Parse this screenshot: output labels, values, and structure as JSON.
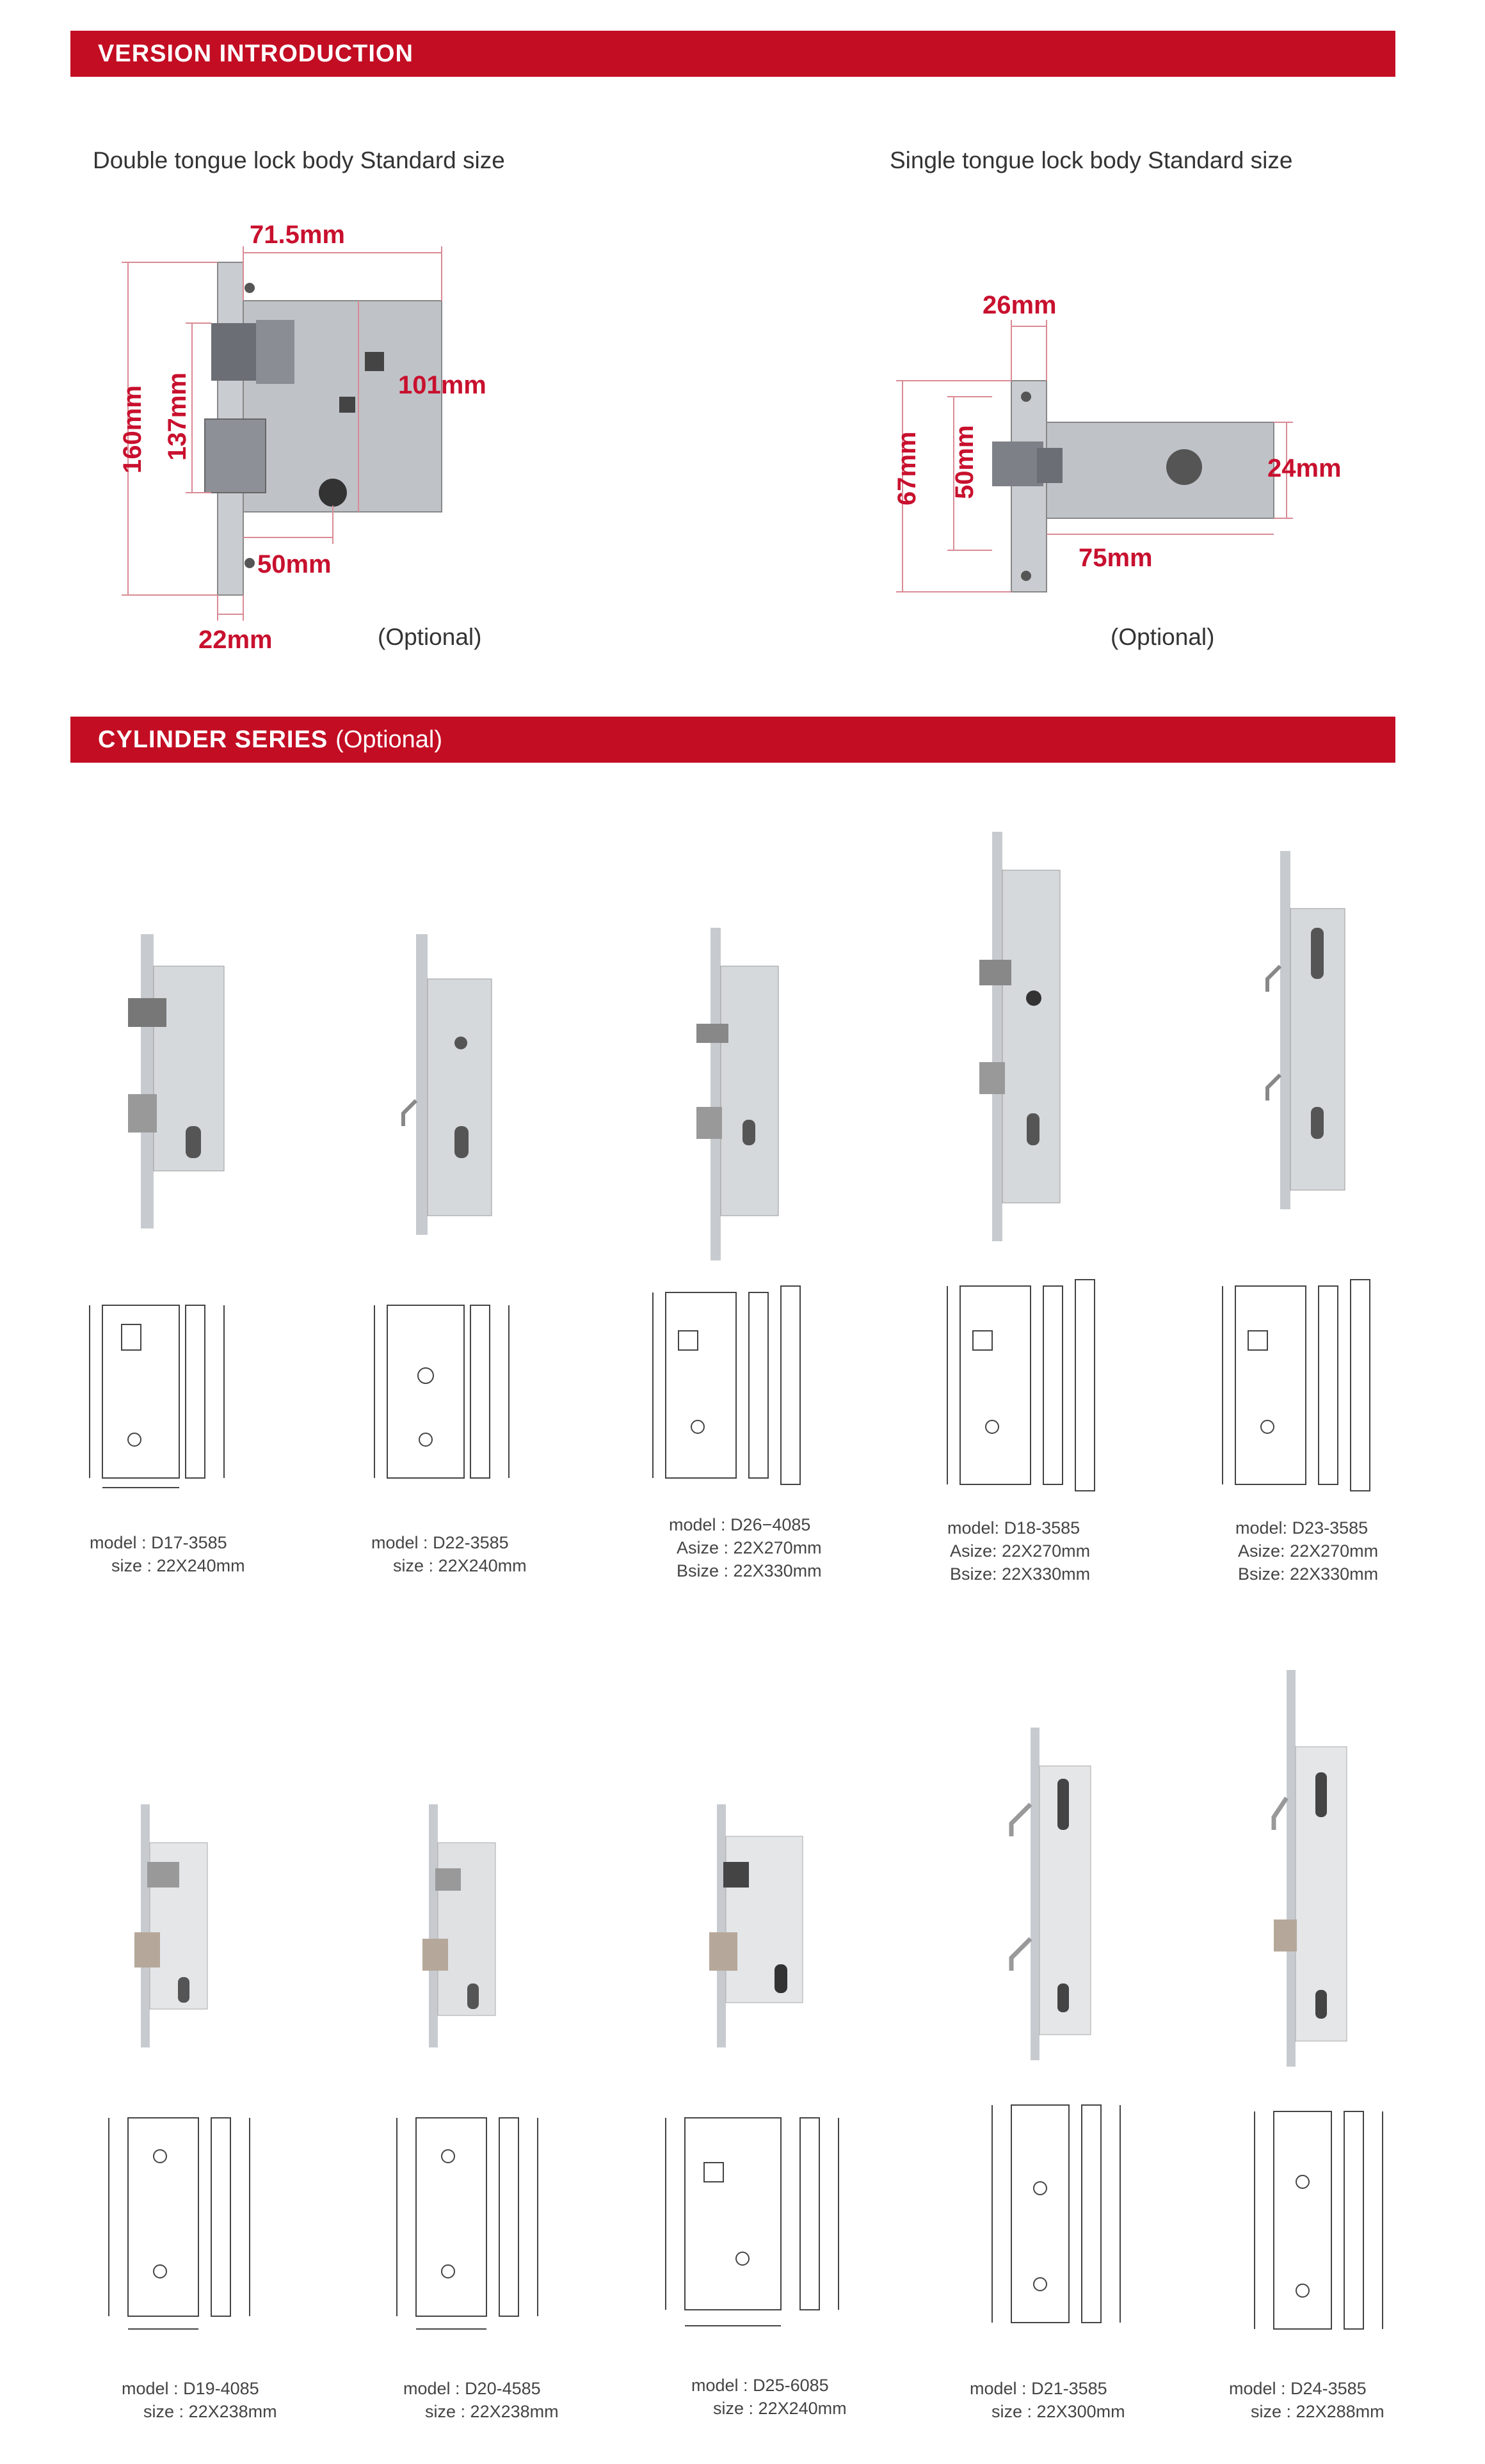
{
  "version_section": {
    "title": "VERSION INTRODUCTION",
    "double": {
      "caption": "Double tongue lock body   Standard size",
      "dims": [
        "71.5mm",
        "101mm",
        "160mm",
        "137mm",
        "50mm",
        "22mm"
      ],
      "optional": "(Optional)"
    },
    "single": {
      "caption": "Single tongue lock body   Standard size",
      "dims": [
        "26mm",
        "67mm",
        "50mm",
        "24mm",
        "75mm"
      ],
      "optional": "(Optional)"
    }
  },
  "cylinder_section": {
    "title": "CYLINDER SERIES",
    "optional": "(Optional)"
  },
  "models": [
    {
      "model_label": "model :",
      "model": "D17-3585",
      "size_label": "size :",
      "size": "22X240mm"
    },
    {
      "model_label": "model :",
      "model": "D22-3585",
      "size_label": "size :",
      "size": "22X240mm"
    },
    {
      "model_label": "model :",
      "model": "D26−4085",
      "a_label": "Asize :",
      "a_size": "22X270mm",
      "b_label": "Bsize :",
      "b_size": "22X330mm"
    },
    {
      "model_label": "model:",
      "model": "D18-3585",
      "a_label": "Asize:",
      "a_size": "22X270mm",
      "b_label": "Bsize:",
      "b_size": "22X330mm"
    },
    {
      "model_label": "model:",
      "model": "D23-3585",
      "a_label": "Asize:",
      "a_size": "22X270mm",
      "b_label": "Bsize:",
      "b_size": "22X330mm"
    },
    {
      "model_label": "model :",
      "model": "D19-4085",
      "size_label": "size :",
      "size": "22X238mm"
    },
    {
      "model_label": "model :",
      "model": "D20-4585",
      "size_label": "size :",
      "size": "22X238mm"
    },
    {
      "model_label": "model :",
      "model": "D25-6085",
      "size_label": "size :",
      "size": "22X240mm"
    },
    {
      "model_label": "model :",
      "model": "D21-3585",
      "size_label": "size :",
      "size": "22X300mm"
    },
    {
      "model_label": "model :",
      "model": "D24-3585",
      "size_label": "size :",
      "size": "22X288mm"
    }
  ],
  "colors": {
    "accent": "#c30d23",
    "dimension": "#c8102e",
    "steel": "#b9bdc2"
  }
}
